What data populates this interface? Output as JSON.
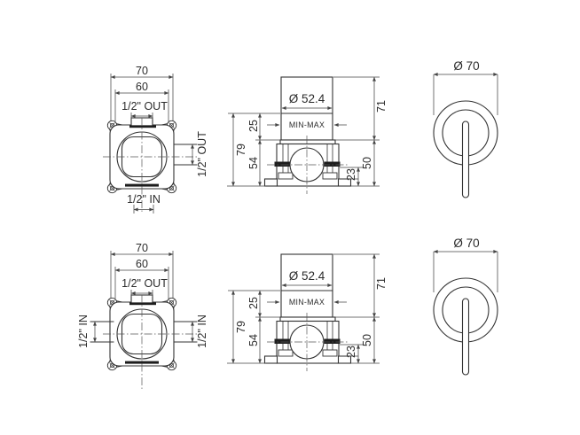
{
  "colors": {
    "background": "#ffffff",
    "line": "#333333",
    "dimension_line": "#454545",
    "dark_bar": "#1d1d1d",
    "text": "#2b2b2b"
  },
  "views": {
    "row1": {
      "front": {
        "dim_outer": "70",
        "dim_inner": "60",
        "port_top": "1/2\" OUT",
        "port_right": "1/2\" OUT",
        "port_bottom": "1/2\" IN"
      },
      "side": {
        "dim_diameter": "Ø 52.4",
        "depth_range": "MIN-MAX",
        "dim_plaster": "25",
        "dim_total": "79",
        "dim_body": "54",
        "dim_box": "71",
        "dim_lower": "50",
        "dim_foot": "23"
      },
      "trim": {
        "dim_diameter": "Ø 70"
      }
    },
    "row2": {
      "front": {
        "dim_outer": "70",
        "dim_inner": "60",
        "port_top": "1/2\" OUT",
        "port_left": "1/2\" IN",
        "port_right": "1/2\" IN"
      },
      "side": {
        "dim_diameter": "Ø 52.4",
        "depth_range": "MIN-MAX",
        "dim_plaster": "25",
        "dim_total": "79",
        "dim_body": "54",
        "dim_box": "71",
        "dim_lower": "50",
        "dim_foot": "23"
      },
      "trim": {
        "dim_diameter": "Ø 70"
      }
    }
  }
}
